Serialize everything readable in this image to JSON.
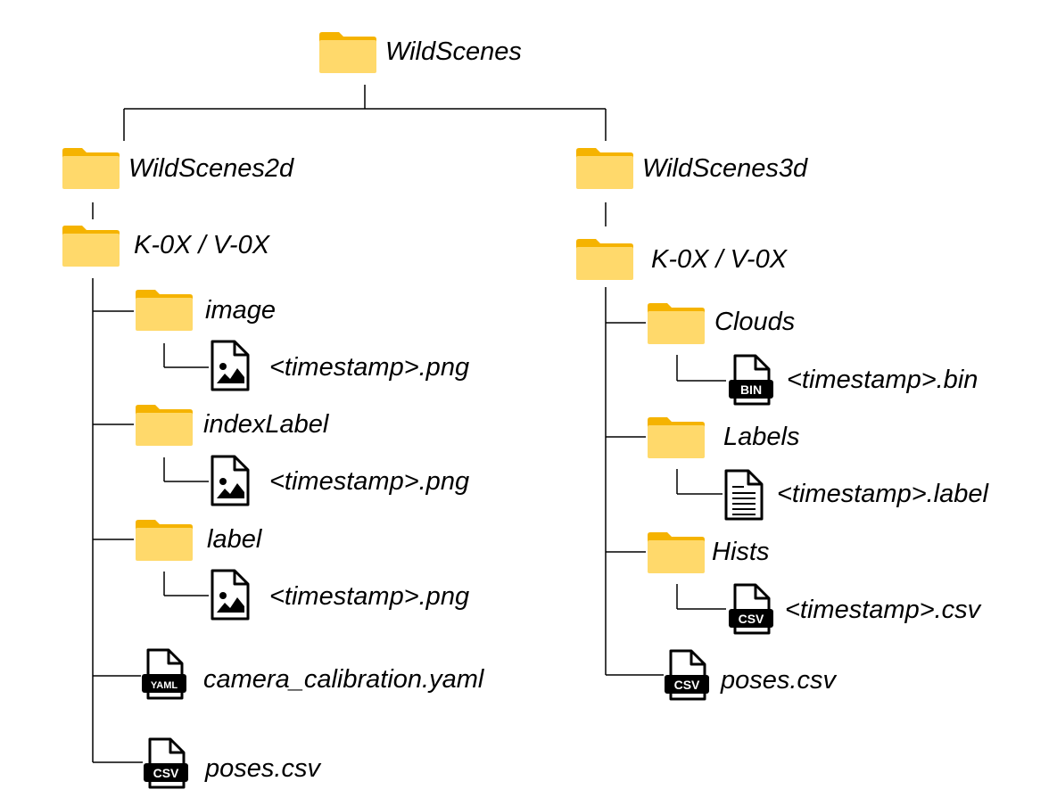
{
  "colors": {
    "folder_body": "#FFD96B",
    "folder_tab": "#F5B300",
    "line": "#000000",
    "badge": "#000000"
  },
  "root": {
    "label": "WildScenes",
    "icon": "folder-icon"
  },
  "left": {
    "label": "WildScenes2d",
    "sequence": {
      "label": "K-0X / V-0X"
    },
    "children": [
      {
        "label": "image",
        "icon": "folder-icon",
        "file": "<timestamp>.png",
        "file_icon": "image-file-icon"
      },
      {
        "label": "indexLabel",
        "icon": "folder-icon",
        "file": "<timestamp>.png",
        "file_icon": "image-file-icon"
      },
      {
        "label": "label",
        "icon": "folder-icon",
        "file": "<timestamp>.png",
        "file_icon": "image-file-icon"
      }
    ],
    "files": [
      {
        "label": "camera_calibration.yaml",
        "badge": "YAML"
      },
      {
        "label": "poses.csv",
        "badge": "CSV"
      }
    ]
  },
  "right": {
    "label": "WildScenes3d",
    "sequence": {
      "label": "K-0X / V-0X"
    },
    "children": [
      {
        "label": "Clouds",
        "icon": "folder-icon",
        "file": "<timestamp>.bin",
        "badge": "BIN"
      },
      {
        "label": "Labels",
        "icon": "folder-icon",
        "file": "<timestamp>.label",
        "file_icon": "text-file-icon"
      },
      {
        "label": "Hists",
        "icon": "folder-icon",
        "file": "<timestamp>.csv",
        "badge": "CSV"
      }
    ],
    "files": [
      {
        "label": "poses.csv",
        "badge": "CSV"
      }
    ]
  }
}
